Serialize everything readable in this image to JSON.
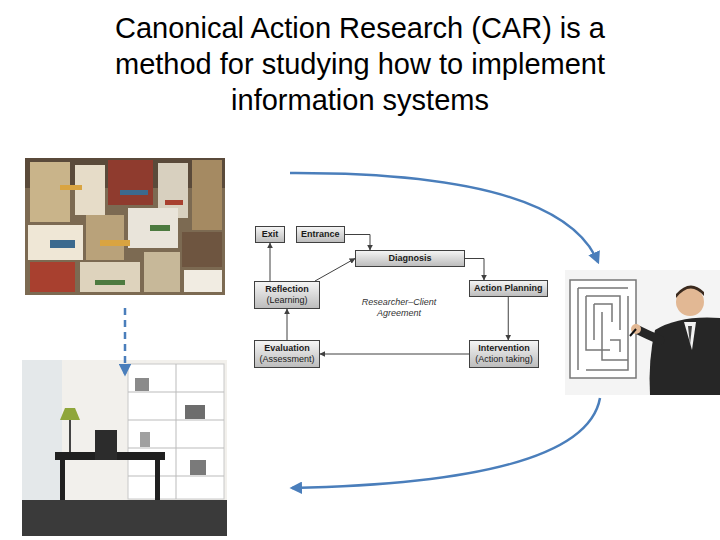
{
  "diagram": {
    "title": "Canonical Action Research (CAR) is a method for studying how to implement information systems",
    "nodes": [
      {
        "text": [
          "Exit"
        ]
      },
      {
        "text": [
          "Entrance"
        ]
      },
      {
        "text": [
          "Diagnosis"
        ]
      },
      {
        "text": [
          "Reflection",
          "(Learning)"
        ]
      },
      {
        "text": [
          "Action Planning"
        ]
      },
      {
        "text": [
          "Evaluation",
          "(Assessment)"
        ]
      },
      {
        "text": [
          "Intervention",
          "(Action taking)"
        ]
      }
    ],
    "edges": [
      {
        "from": 1,
        "to": 2,
        "arrow": "to"
      },
      {
        "from": 2,
        "to": 4,
        "arrow": "to"
      },
      {
        "from": 4,
        "to": 6,
        "arrow": "to"
      },
      {
        "from": 6,
        "to": 5,
        "arrow": "to"
      },
      {
        "from": 5,
        "to": 3,
        "arrow": "to"
      },
      {
        "from": 3,
        "to": 2,
        "arrow": "to"
      },
      {
        "from": 3,
        "to": 0,
        "arrow": "to"
      }
    ],
    "labels": [
      "Researcher–Client Agreement"
    ]
  }
}
